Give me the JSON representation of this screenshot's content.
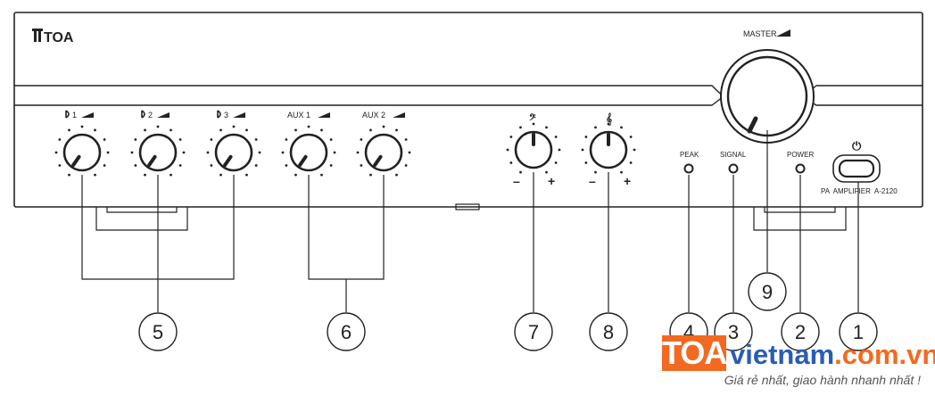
{
  "device": {
    "brand": "TOA",
    "model_label": "PA  AMPLIFIER  A-2120",
    "master_label": "MASTER",
    "inputs": [
      {
        "label": "1",
        "type": "mic"
      },
      {
        "label": "2",
        "type": "mic"
      },
      {
        "label": "3",
        "type": "mic"
      },
      {
        "label": "AUX 1",
        "type": "aux"
      },
      {
        "label": "AUX 2",
        "type": "aux"
      }
    ],
    "tone": {
      "bass": {
        "minus": "–",
        "plus": "+"
      },
      "treble": {
        "minus": "–",
        "plus": "+"
      }
    },
    "indicators": {
      "peak": "PEAK",
      "signal": "SIGNAL",
      "power": "POWER"
    },
    "power_symbol": "⏻"
  },
  "callouts": {
    "c1": "1",
    "c2": "2",
    "c3": "3",
    "c4": "4",
    "c5": "5",
    "c6": "6",
    "c7": "7",
    "c8": "8",
    "c9": "9"
  },
  "watermark": {
    "box_text": "TOA",
    "domain_a": "vietnam",
    "domain_b": ".com.vn",
    "tagline": "Giá rẻ nhất, giao hành nhanh nhất !"
  },
  "colors": {
    "line": "#222222",
    "panel": "#ffffff",
    "watermark_orange": "#f26a21",
    "watermark_blue": "#2a5db0"
  }
}
